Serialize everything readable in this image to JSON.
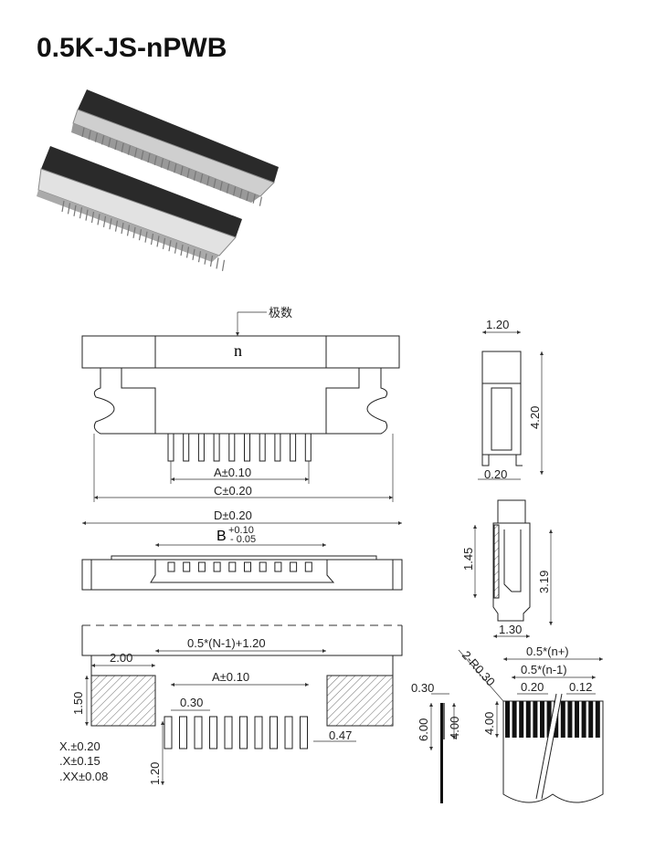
{
  "title": "0.5K-JS-nPWB",
  "top_view": {
    "pole_label": "极数",
    "n_label": "n",
    "dim_a": "A±0.10",
    "dim_c": "C±0.20"
  },
  "bottom_view": {
    "dim_d": "D±0.20",
    "dim_b": "B",
    "dim_b_plus": "+0.10",
    "dim_b_minus": "- 0.05"
  },
  "footprint": {
    "dim_pitch": "0.5*(N-1)+1.20",
    "dim_200": "2.00",
    "dim_a": "A±0.10",
    "dim_030": "0.30",
    "dim_150": "1.50",
    "dim_047": "0.47",
    "dim_120": "1.20"
  },
  "tolerances": [
    "X.±0.20",
    ".X±0.15",
    ".XX±0.08"
  ],
  "side_view_1": {
    "width": "1.20",
    "height": "4.20",
    "foot": "0.20"
  },
  "side_view_2": {
    "h1": "1.45",
    "h2": "3.19",
    "width": "1.30"
  },
  "ffc_side": {
    "thickness": "0.30",
    "length": "6.00",
    "stiffener": "4.00"
  },
  "ffc_top": {
    "radius": "2-R0.30",
    "width_total": "0.5*(n+)",
    "width_pitch": "0.5*(n-1)",
    "cond_width": "0.20",
    "gap": "0.12",
    "length": "4.00"
  }
}
